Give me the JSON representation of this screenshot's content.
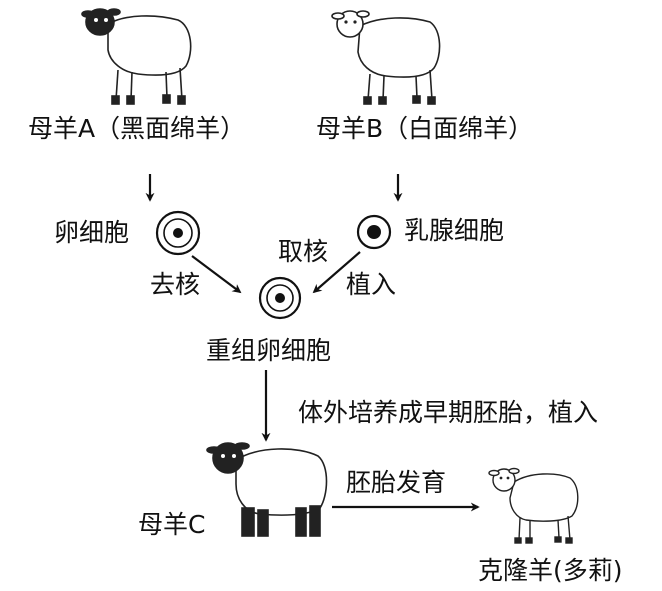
{
  "labels": {
    "ewe_a": "母羊A（黑面绵羊）",
    "ewe_b": "母羊B（白面绵羊）",
    "egg_cell": "卵细胞",
    "mammary_cell": "乳腺细胞",
    "enucleate": "去核",
    "extract_nucleus": "取核",
    "implant": "植入",
    "recombined_egg": "重组卵细胞",
    "culture_step": "体外培养成早期胚胎，植入",
    "embryo_development": "胚胎发育",
    "ewe_c": "母羊C",
    "clone": "克隆羊(多莉)"
  },
  "colors": {
    "ink": "#111111",
    "background": "#ffffff"
  },
  "icons": {
    "sheep_a": "black-faced-sheep-icon",
    "sheep_b": "white-faced-sheep-icon",
    "sheep_c": "black-faced-sheep-icon",
    "sheep_clone": "white-faced-sheep-icon"
  }
}
